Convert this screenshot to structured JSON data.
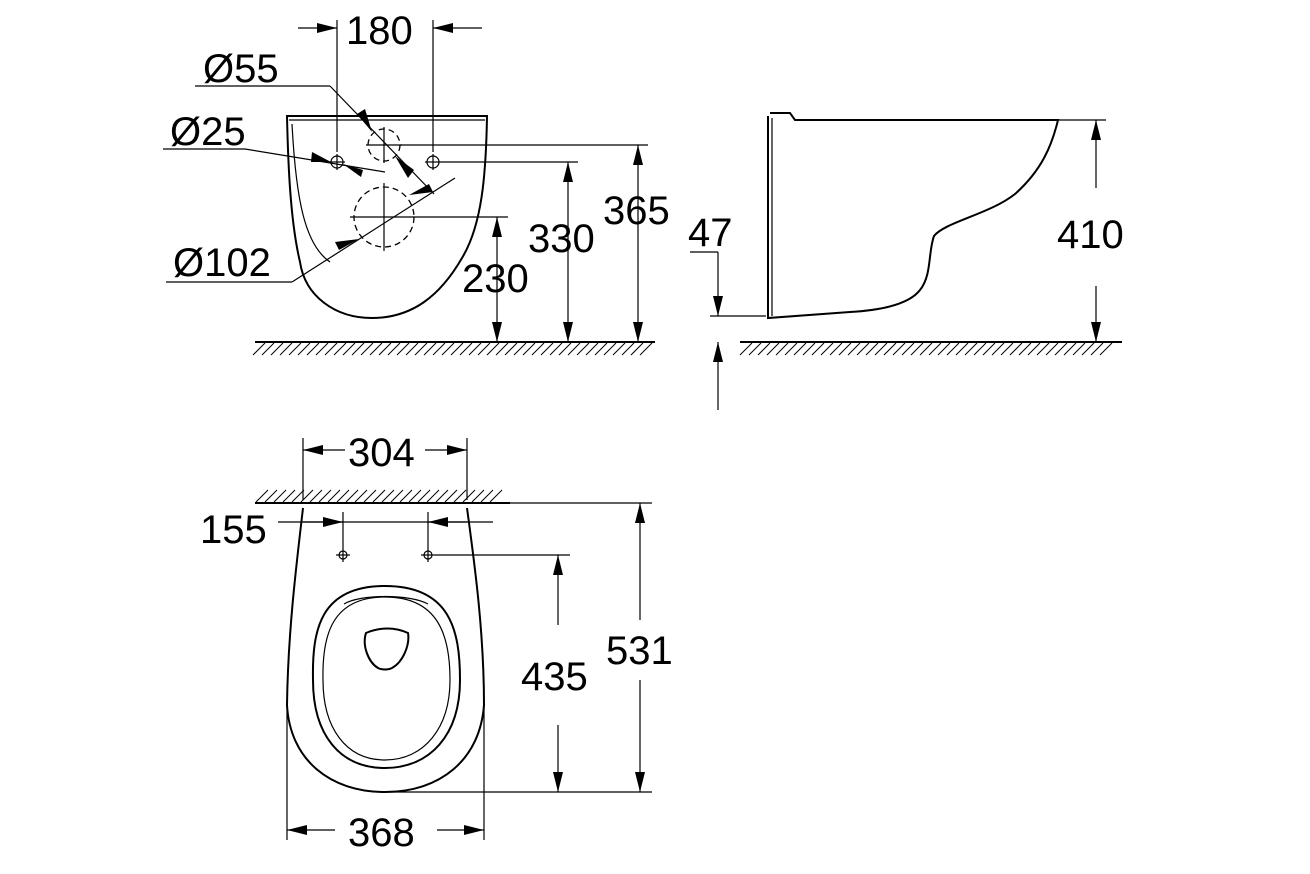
{
  "front_view": {
    "dim_180": "180",
    "dim_dia55": "Ø55",
    "dim_dia25": "Ø25",
    "dim_dia102": "Ø102",
    "dim_230": "230",
    "dim_330": "330",
    "dim_365": "365"
  },
  "side_view": {
    "dim_47": "47",
    "dim_410": "410"
  },
  "top_view": {
    "dim_304": "304",
    "dim_155": "155",
    "dim_435": "435",
    "dim_531": "531",
    "dim_368": "368"
  }
}
